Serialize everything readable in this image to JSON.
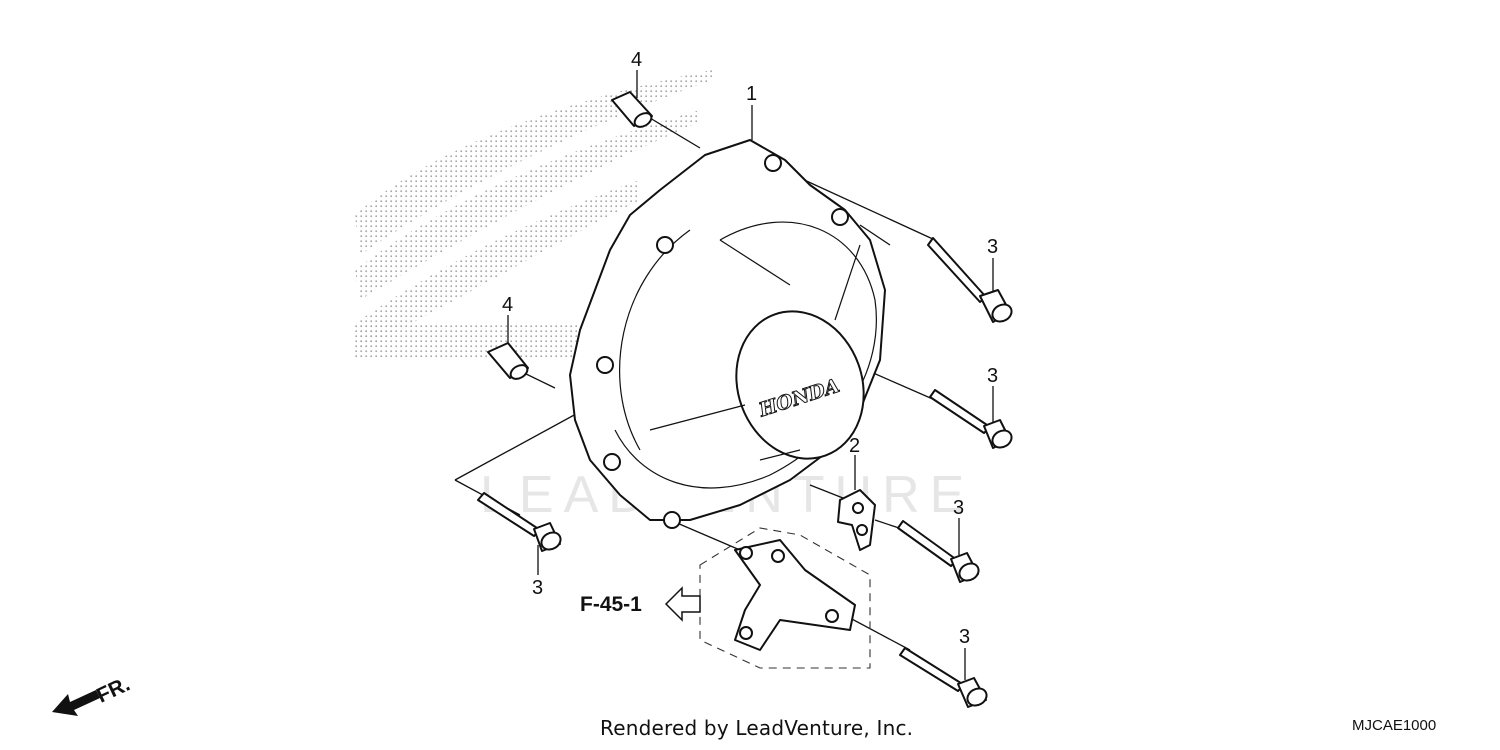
{
  "diagram": {
    "watermark": "LEADVENTURE",
    "cover_logo_text": "HONDA",
    "callouts": [
      {
        "id": "c1",
        "label": "1"
      },
      {
        "id": "c2",
        "label": "2"
      },
      {
        "id": "c3a",
        "label": "3"
      },
      {
        "id": "c3b",
        "label": "3"
      },
      {
        "id": "c3c",
        "label": "3"
      },
      {
        "id": "c3d",
        "label": "3"
      },
      {
        "id": "c3e",
        "label": "3"
      },
      {
        "id": "c4a",
        "label": "4"
      },
      {
        "id": "c4b",
        "label": "4"
      }
    ],
    "reference": "F-45-1",
    "direction_label": "FR."
  },
  "footer": {
    "rendered_by": "Rendered by LeadVenture, Inc.",
    "diagram_code": "MJCAE1000"
  }
}
